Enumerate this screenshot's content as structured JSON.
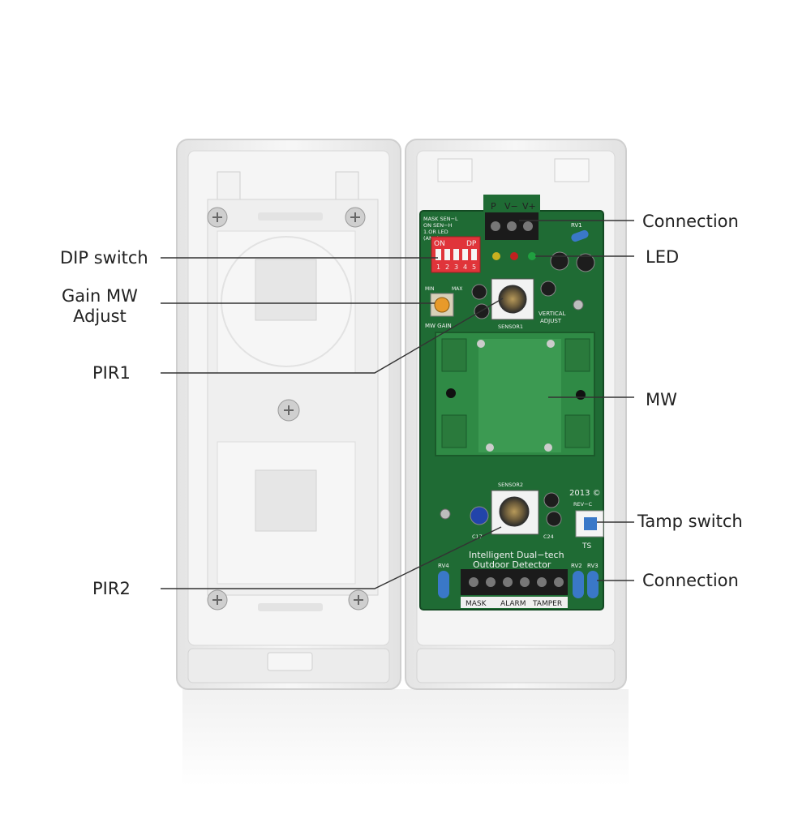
{
  "callouts": {
    "dip_switch": "DIP switch",
    "gain_mw_line1": "Gain MW",
    "gain_mw_line2": "Adjust",
    "pir1": "PIR1",
    "pir2": "PIR2",
    "connection_top": "Connection",
    "led": "LED",
    "mw": "MW",
    "tamp_switch": "Tamp switch",
    "connection_bottom": "Connection"
  },
  "board_markings": {
    "terminal_top": [
      "P",
      "V−",
      "V+"
    ],
    "dip_on": "ON",
    "dip_dp": "DP",
    "dip_numbers": [
      "1",
      "2",
      "3",
      "4",
      "5"
    ],
    "mask_legend": [
      "MASK  SEN−L",
      "ON   SEN−H",
      "1.OR  LED",
      "(AND)EL  OFF"
    ],
    "mw_gain": "MW GAIN",
    "min": "MIN",
    "max": "MAX",
    "vertical_adjust_1": "VERTICAL",
    "vertical_adjust_2": "ADJUST",
    "sensor1": "SENSOR1",
    "sensor2": "SENSOR2",
    "year": "2013 ©",
    "rev": "REV−C",
    "ts": "TS",
    "rv1": "RV1",
    "rv2": "RV2",
    "rv3": "RV3",
    "rv4": "RV4",
    "c17": "C17",
    "c24": "C24",
    "product_line1": "Intelligent  Dual−tech",
    "product_line2": "Outdoor  Detector",
    "bottom_terminals": [
      "MASK",
      "ALARM",
      "TAMPER"
    ]
  },
  "colors": {
    "pcb_green": "#1f6b34",
    "mw_board_green": "#2f8a45",
    "dip_red": "#e0343a",
    "tamper_blue": "#3a78c8",
    "housing_white": "#f3f3f3"
  }
}
